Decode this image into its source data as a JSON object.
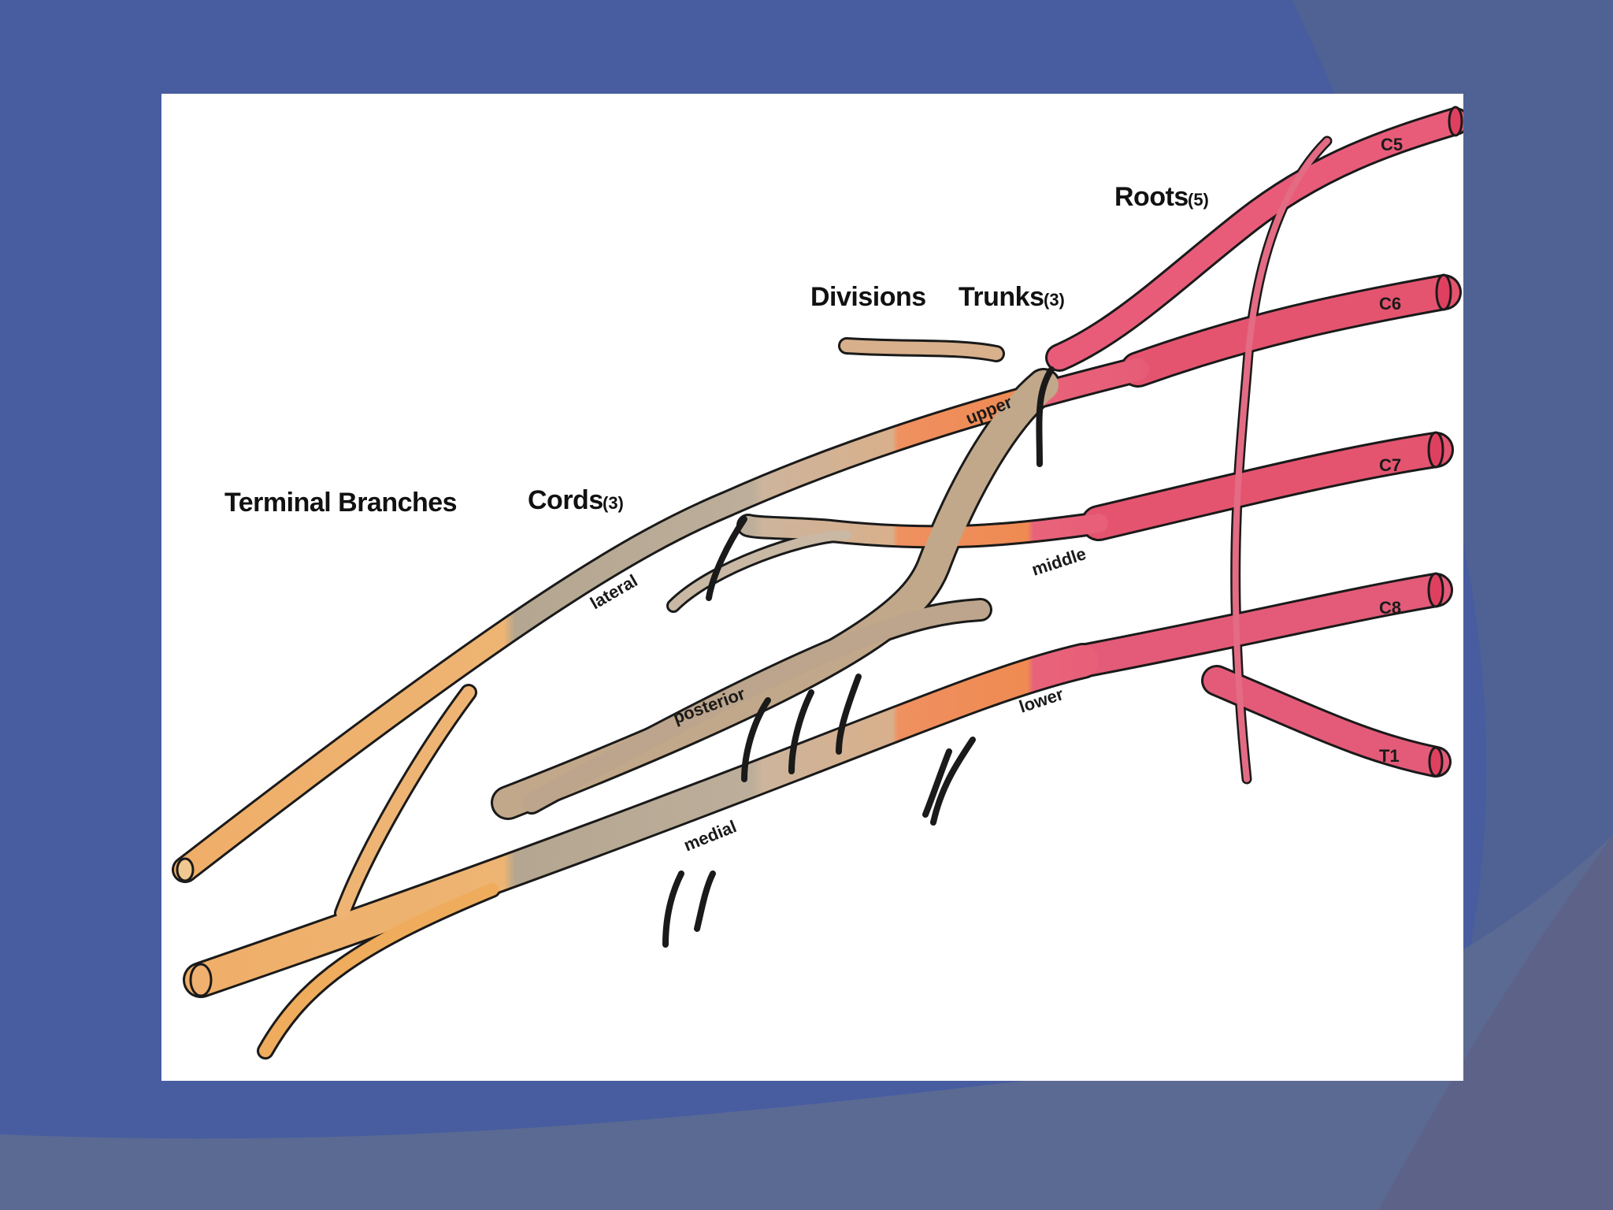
{
  "colors": {
    "slide_bg": "#475da0",
    "card_bg": "#ffffff",
    "roots": "#e45a78",
    "trunks": "#ef8a52",
    "divisions": "#d6b08a",
    "cords": "#bcae9a",
    "terminal": "#eeb473",
    "outline": "#1a1a1a"
  },
  "headings": {
    "terminal": "Terminal Branches",
    "cords": "Cords",
    "cords_count": "(3)",
    "divisions": "Divisions",
    "trunks": "Trunks",
    "trunks_count": "(3)",
    "roots": "Roots",
    "roots_count": "(5)"
  },
  "roots": [
    "C5",
    "C6",
    "C7",
    "C8",
    "T1"
  ],
  "trunks": [
    "upper",
    "middle",
    "lower"
  ],
  "cords": [
    "lateral",
    "posterior",
    "medial"
  ]
}
